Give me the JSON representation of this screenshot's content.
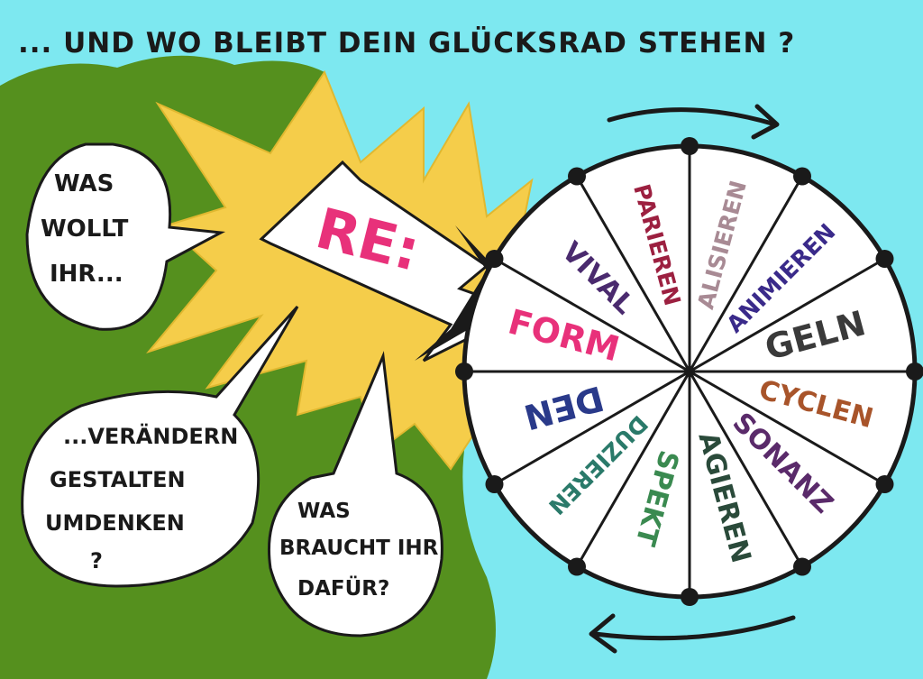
{
  "title": "... UND WO BLEIBT DEIN GLÜCKSRAD STEHEN ?",
  "bubbles": {
    "want": [
      "WAS",
      "WOLLT",
      "IHR..."
    ],
    "change": [
      "...VERÄNDERN",
      "GESTALTEN",
      "UMDENKEN",
      "?"
    ],
    "need": [
      "WAS",
      "BRAUCHT IHR",
      "DAFÜR?"
    ]
  },
  "prefix": "RE:",
  "wheel": {
    "segments": [
      {
        "label": "FORM",
        "color": "#e8317a"
      },
      {
        "label": "VIVAL",
        "color": "#4a2a6e"
      },
      {
        "label": "PARIEREN",
        "color": "#9c2040"
      },
      {
        "label": "ALISIEREN",
        "color": "#a88a94"
      },
      {
        "label": "ANIMIEREN",
        "color": "#3a2a8a"
      },
      {
        "label": "GELN",
        "color": "#3a3a3a"
      },
      {
        "label": "CYCLEN",
        "color": "#a8542a"
      },
      {
        "label": "SONANZ",
        "color": "#5a2a6a"
      },
      {
        "label": "AGIEREN",
        "color": "#2a4a3a"
      },
      {
        "label": "SPEKT",
        "color": "#3a8a50"
      },
      {
        "label": "DUZIEREN",
        "color": "#2a7a6a"
      },
      {
        "label": "DEN",
        "color": "#2a3a8a"
      }
    ]
  },
  "colors": {
    "sky": "#7de8f0",
    "grass": "#55901e",
    "burst": "#f5cd4a",
    "ink": "#1a1a1a",
    "pink": "#e8317a",
    "white": "#ffffff"
  }
}
